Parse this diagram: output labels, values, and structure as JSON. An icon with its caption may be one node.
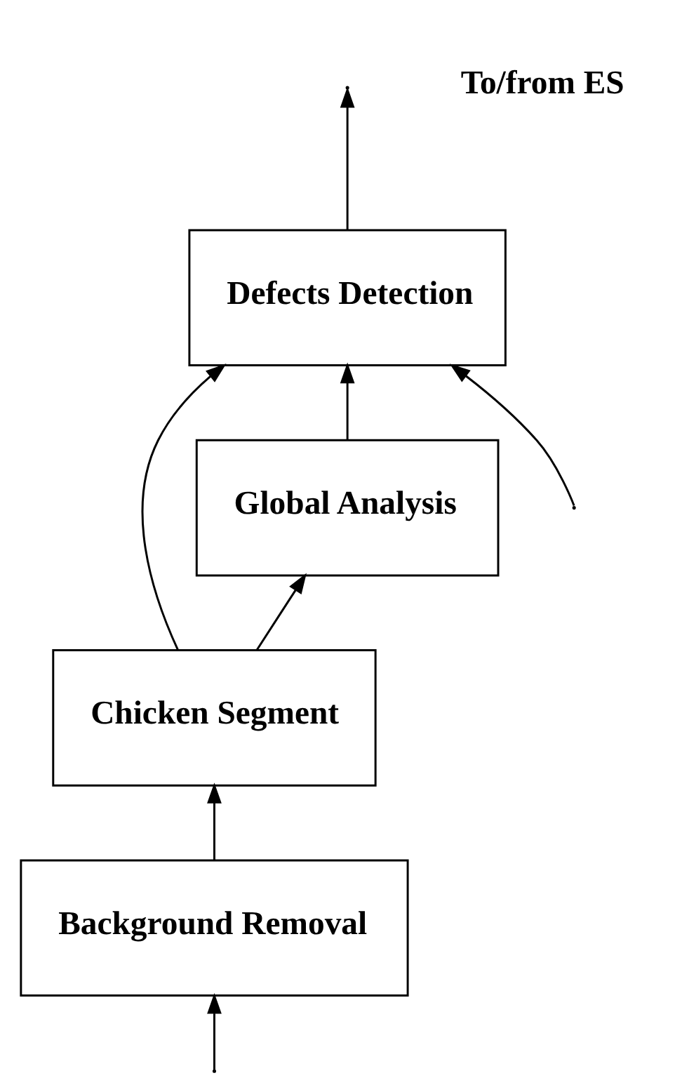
{
  "diagram": {
    "nodes": [
      {
        "text": [
          "Defects Detection"
        ]
      },
      {
        "text": [
          "Global Analysis"
        ]
      },
      {
        "text": [
          "Chicken Segment"
        ]
      },
      {
        "text": [
          "Background Removal"
        ]
      }
    ],
    "edges": [
      {
        "from": null,
        "to": 0,
        "arrow": "to"
      },
      {
        "from": 0,
        "to": null,
        "arrow": "to"
      },
      {
        "from": 1,
        "to": 0,
        "arrow": "to"
      },
      {
        "from": 2,
        "to": 0,
        "arrow": "to"
      },
      {
        "from": 2,
        "to": 1,
        "arrow": "to"
      },
      {
        "from": 3,
        "to": 2,
        "arrow": "to"
      },
      {
        "from": null,
        "to": 3,
        "arrow": "to"
      }
    ],
    "labels": [
      "To/from ES"
    ]
  }
}
